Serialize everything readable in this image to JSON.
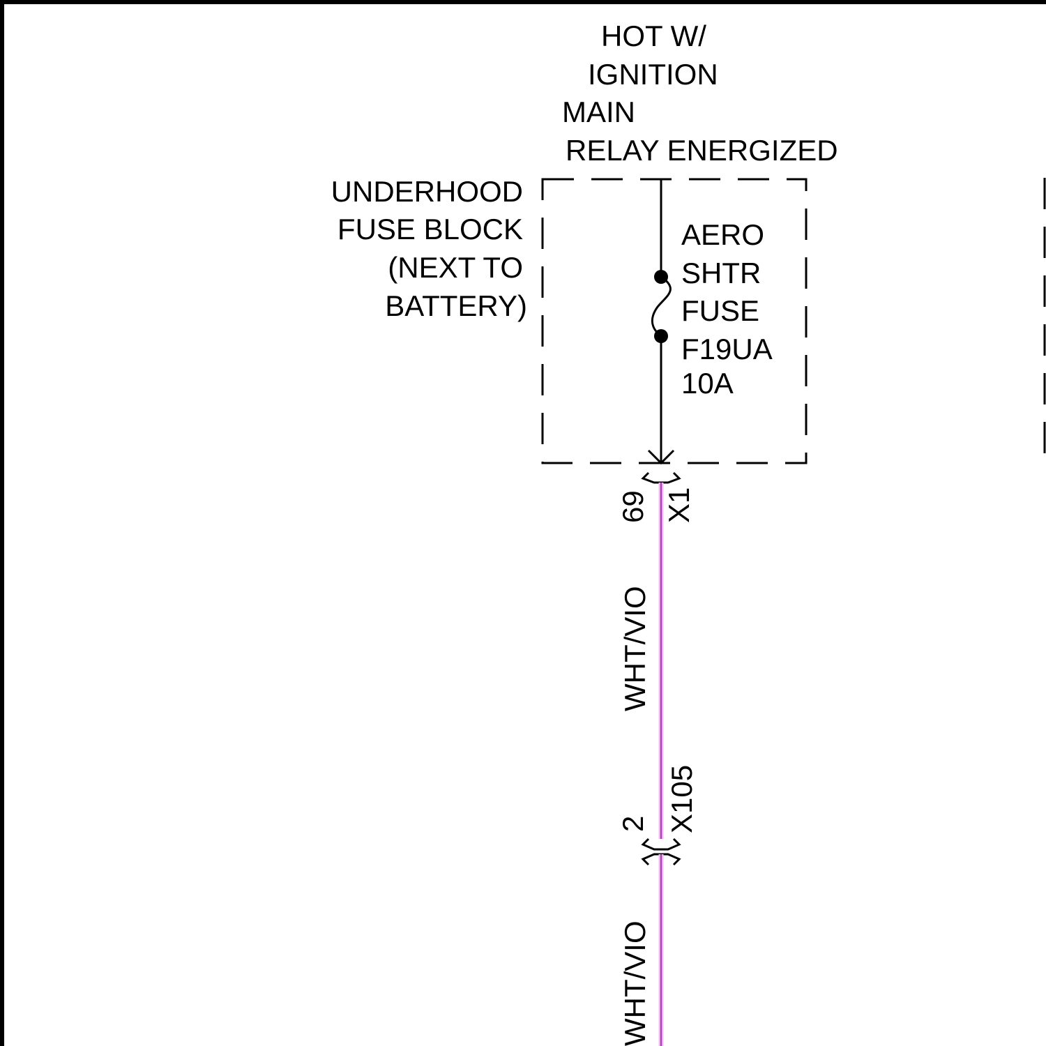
{
  "colors": {
    "wire_outer": "#f4bff2",
    "wire_core": "#b040b8",
    "ink": "#000000"
  },
  "power_source": {
    "line1": "HOT W/",
    "line2": "IGNITION",
    "line3": "MAIN",
    "line4": "RELAY ENERGIZED"
  },
  "fuse_block": {
    "line1": "UNDERHOOD",
    "line2": "FUSE BLOCK",
    "line3": "(NEXT TO",
    "line4": "BATTERY)"
  },
  "fuse": {
    "line1": "AERO",
    "line2": "SHTR",
    "line3": "FUSE",
    "line4": "F19UA",
    "line5": "10A"
  },
  "connector_x1": {
    "pin": "69",
    "name": "X1"
  },
  "wire_segment_1": {
    "color_label": "WHT/VIO"
  },
  "connector_x105": {
    "pin": "2",
    "name": "X105"
  },
  "wire_segment_2": {
    "color_label": "WHT/VIO"
  }
}
